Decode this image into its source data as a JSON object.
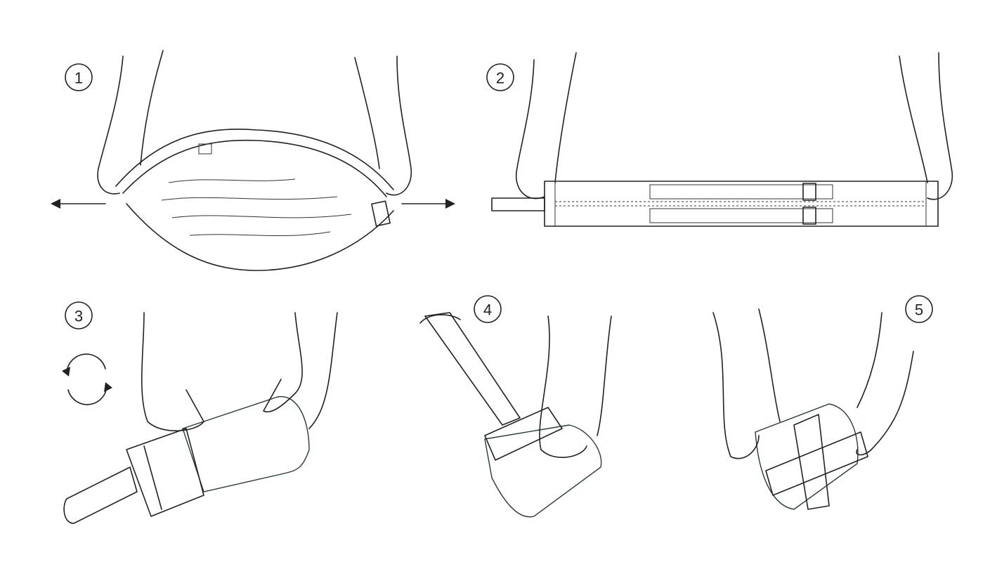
{
  "steps": [
    {
      "label": "1",
      "description_icon": "stretch-arrows-icon"
    },
    {
      "label": "2",
      "description_icon": "flat-strap"
    },
    {
      "label": "3",
      "description_icon": "rotate-icon"
    },
    {
      "label": "4",
      "description_icon": "roll-up"
    },
    {
      "label": "5",
      "description_icon": "secure-strap"
    }
  ],
  "colors": {
    "line": "#222222",
    "pattern": "#2a3a3a",
    "background": "#ffffff"
  }
}
